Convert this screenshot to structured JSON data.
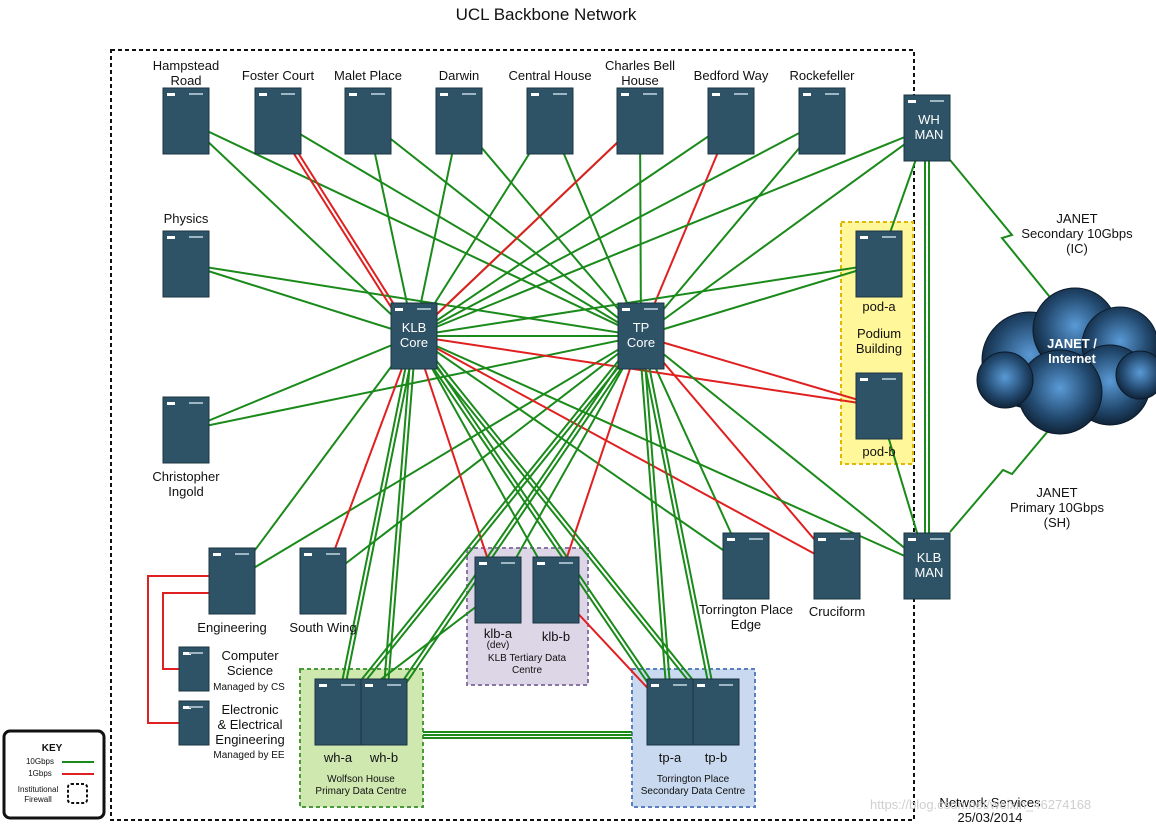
{
  "title": "UCL Backbone Network",
  "nodes": {
    "hampstead": "Hampstead\nRoad",
    "foster": "Foster Court",
    "malet": "Malet Place",
    "darwin": "Darwin",
    "central": "Central House",
    "charles": "Charles Bell\nHouse",
    "bedford": "Bedford Way",
    "rockefeller": "Rockefeller",
    "whman": "WH\nMAN",
    "physics": "Physics",
    "christopher": "Christopher\nIngold",
    "klbcore": "KLB\nCore",
    "tpcore": "TP\nCore",
    "poda": "pod-a",
    "podb": "pod-b",
    "engineering": "Engineering",
    "southwing": "South Wing",
    "klba": "klb-a",
    "klba_sub": "(dev)",
    "klbb": "klb-b",
    "torrington_edge": "Torrington Place\nEdge",
    "cruciform": "Cruciform",
    "klbman": "KLB\nMAN",
    "cs": "Computer\nScience",
    "cs_sub": "Managed by CS",
    "ee": "Electronic\n& Electrical\nEngineering",
    "ee_sub": "Managed by EE",
    "wha": "wh-a",
    "whb": "wh-b",
    "tpa": "tp-a",
    "tpb": "tp-b"
  },
  "groups": {
    "podium": "Podium\nBuilding",
    "klb_tertiary": "KLB Tertiary Data\nCentre",
    "wolfson": "Wolfson House\nPrimary Data Centre",
    "torrington_sec": "Torrington Place\nSecondary Data Centre"
  },
  "janet": {
    "cloud": "JANET /\nInternet",
    "secondary": "JANET\nSecondary 10Gbps\n(IC)",
    "primary": "JANET\nPrimary 10Gbps\n(SH)"
  },
  "key": {
    "title": "KEY",
    "ten": "10Gbps",
    "one": "1Gbps",
    "firewall": "Institutional\nFirewall"
  },
  "footer": "Network Services\n25/03/2014",
  "watermark": "https://blog.csdn.net/weixin_46274168",
  "colors": {
    "ten_gbps": "#1a8a1a",
    "one_gbps": "#e02020",
    "switch": "#2e5266",
    "podium_fill": "#fff799",
    "klb_fill": "#ddd6e6",
    "wolfson_fill": "#cfe8b0",
    "torrington_fill": "#c9daf0"
  }
}
